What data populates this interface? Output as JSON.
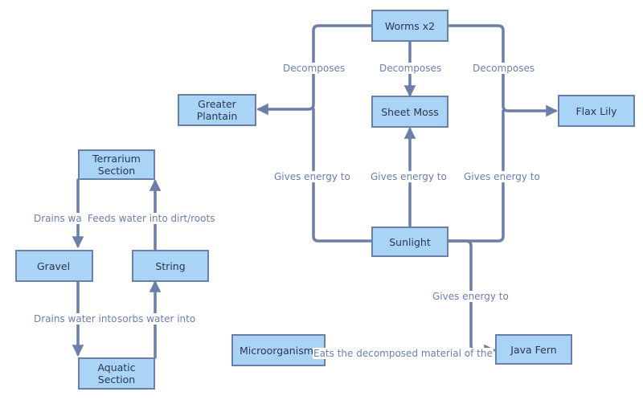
{
  "nodes": {
    "worms": "Worms x2",
    "greater_plantain": "Greater\nPlantain",
    "sheet_moss": "Sheet Moss",
    "flax_lily": "Flax Lily",
    "sunlight": "Sunlight",
    "java_fern": "Java Fern",
    "microorganisms": "Microorganisms",
    "terrarium_section": "Terrarium\nSection",
    "gravel": "Gravel",
    "string": "String",
    "aquatic_section": "Aquatic\nSection"
  },
  "edges": {
    "worms_to_plantain": "Decomposes",
    "worms_to_moss": "Decomposes",
    "worms_to_flax": "Decomposes",
    "sun_to_plantain": "Gives energy to",
    "sun_to_moss": "Gives energy to",
    "sun_to_flax": "Gives energy to",
    "sun_to_fern": "Gives energy to",
    "micro_to_fern": "Eats the decomposed material of the",
    "terrarium_to_gravel": "Drains wa",
    "string_to_terrarium": "Feeds water into dirt/roots",
    "gravel_to_aquatic": "Drains water into",
    "aquatic_to_string": "sorbs water into"
  },
  "colors": {
    "node_fill": "#a9d4f5",
    "node_border": "#6b7fa8",
    "connector": "#6b7fa8",
    "label_text": "#6b7fa8",
    "node_text": "#2c3550"
  }
}
